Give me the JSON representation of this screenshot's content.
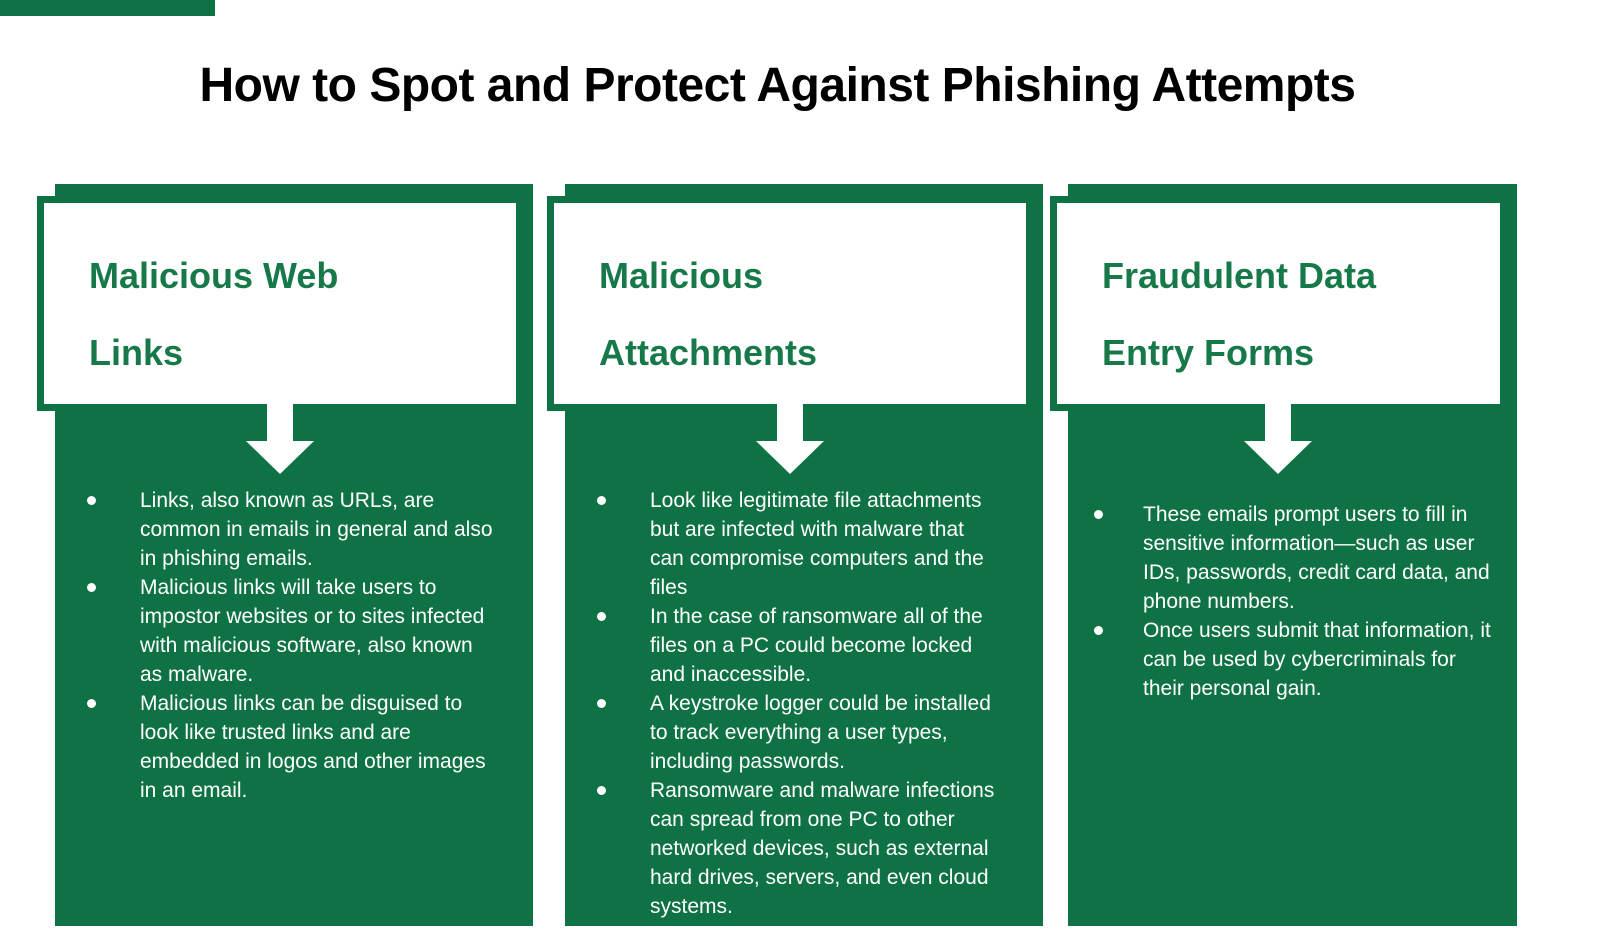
{
  "page": {
    "title": "How to Spot and Protect Against Phishing Attempts"
  },
  "colors": {
    "panel_green": "#0f7245",
    "header_text_green": "#17794a",
    "title_black": "#000000",
    "body_text_white": "#ffffff"
  },
  "columns": [
    {
      "title": "Malicious Web\nLinks",
      "bullets": [
        "Links, also known as URLs, are\ncommon in emails in general and also\nin phishing emails.",
        "Malicious links will take users to\nimpostor websites or to sites infected\nwith malicious software, also known\nas malware.",
        "Malicious links can be disguised to\nlook like trusted links and are\nembedded in logos and other images\nin an email."
      ]
    },
    {
      "title": "Malicious\nAttachments",
      "bullets": [
        "Look like legitimate file attachments\nbut are infected with malware that\ncan compromise computers and the\nfiles",
        "In the case of ransomware all of the\nfiles on a PC could become locked\nand inaccessible.",
        "A keystroke logger could be installed\nto track everything a user types,\nincluding passwords.",
        "Ransomware and malware infections\ncan spread from one PC to other\nnetworked devices, such as external\nhard drives, servers, and even cloud\nsystems."
      ]
    },
    {
      "title": "Fraudulent Data\nEntry Forms",
      "bullets": [
        "These emails prompt users to fill in\nsensitive information—such as user\nIDs, passwords, credit card data, and\nphone numbers.",
        "Once users submit that information, it\ncan be used by cybercriminals for\ntheir personal gain."
      ]
    }
  ]
}
